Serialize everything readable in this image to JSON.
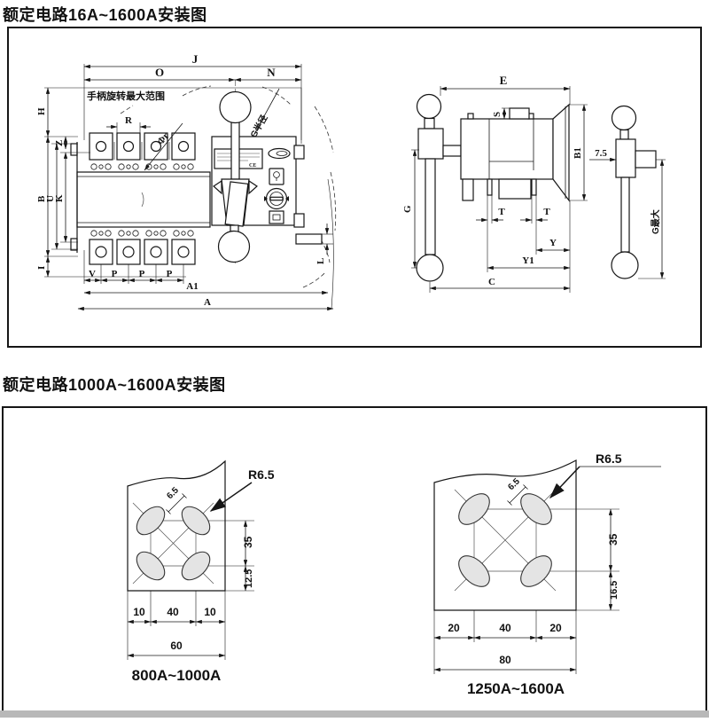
{
  "section1": {
    "title": "额定电路16A~1600A安装图",
    "front_view": {
      "note_handle_range": "手柄旋转最大范围",
      "dim_j": "J",
      "dim_o": "O",
      "dim_n": "N",
      "dim_r": "R",
      "dim_phi_r": "Φr",
      "dim_g_radius": "G半径",
      "dim_h": "H",
      "dim_z": "Z",
      "dim_b": "B",
      "dim_u": "U",
      "dim_k": "K",
      "dim_i": "I",
      "dim_v": "V",
      "dim_p1": "P",
      "dim_p2": "P",
      "dim_p3": "P",
      "dim_a1": "A1",
      "dim_a": "A",
      "dim_l": "L",
      "nameplate_ce": "CE"
    },
    "side_view": {
      "dim_e": "E",
      "dim_s": "S",
      "dim_b1": "B1",
      "dim_g": "G",
      "dim_t1": "T",
      "dim_t2": "T",
      "dim_y": "Y",
      "dim_y1": "Y1",
      "dim_c": "C"
    },
    "handle_view": {
      "dim_7_5": "7.5",
      "dim_g_max": "G最大"
    }
  },
  "section2": {
    "title": "额定电路1000A~1600A安装图",
    "left_drawing": {
      "radius": "R6.5",
      "slot_width": "6.5",
      "dim_v1": "35",
      "dim_v2": "12.5",
      "dim_b1": "10",
      "dim_b2": "40",
      "dim_b3": "10",
      "dim_total": "60",
      "caption": "800A~1000A"
    },
    "right_drawing": {
      "radius": "R6.5",
      "slot_width": "6.5",
      "dim_v1": "35",
      "dim_v2": "16.5",
      "dim_b1": "20",
      "dim_b2": "40",
      "dim_b3": "20",
      "dim_total": "80",
      "caption": "1250A~1600A"
    }
  }
}
